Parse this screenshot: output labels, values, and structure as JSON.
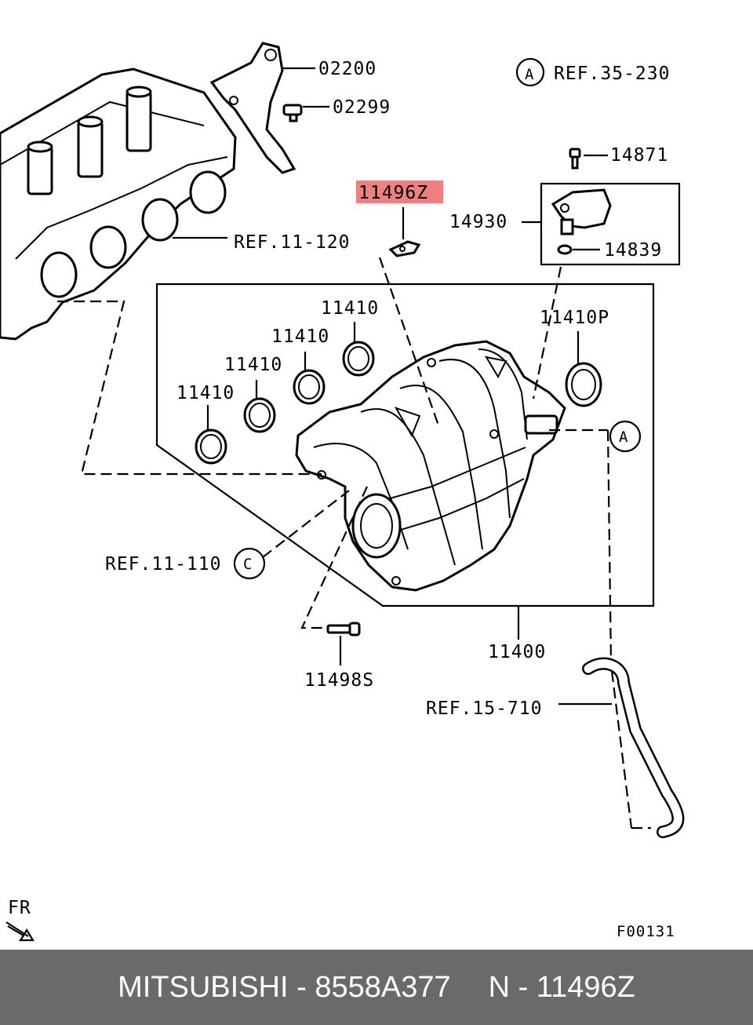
{
  "labels": {
    "p02200": "02200",
    "p02299": "02299",
    "refA_top": "REF.35-230",
    "callout_A": "A",
    "p14871": "14871",
    "highlight": "11496Z",
    "p14930": "14930",
    "p14839": "14839",
    "ref11_120": "REF.11-120",
    "g1": "11410",
    "g2": "11410",
    "g3": "11410",
    "g4": "11410",
    "g5": "11410P",
    "ref11_110": "REF.11-110",
    "callout_C": "C",
    "p11400": "11400",
    "p11498S": "11498S",
    "ref15_710": "REF.15-710",
    "fr": "FR",
    "code": "F00131"
  },
  "colors": {
    "highlight": "#f08080",
    "footer_bg": "#6a6a6a",
    "footer_text": "#ffffff"
  },
  "footer": {
    "brand": "MITSUBISHI - 8558A377",
    "part": "N - 11496Z"
  }
}
